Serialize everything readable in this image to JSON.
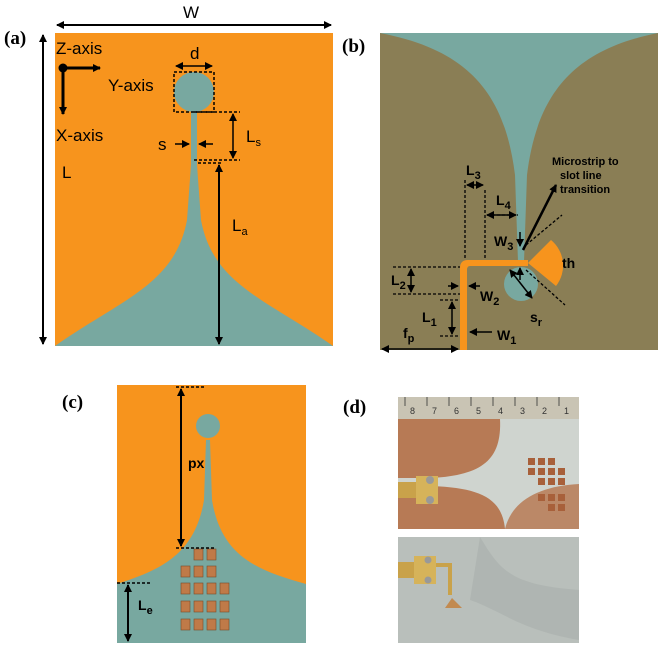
{
  "panels": {
    "a": {
      "label": "(a)",
      "dims": {
        "W": "W",
        "L": "L",
        "d": "d",
        "s": "s",
        "Ls_main": "L",
        "Ls_sub": "s",
        "La_main": "L",
        "La_sub": "a"
      },
      "axes": {
        "z": "Z-axis",
        "y": "Y-axis",
        "x": "X-axis"
      }
    },
    "b": {
      "label": "(b)",
      "dims": {
        "L1": "L",
        "L1_sub": "1",
        "L2": "L",
        "L2_sub": "2",
        "L3": "L",
        "L3_sub": "3",
        "L4": "L",
        "L4_sub": "4",
        "W1": "W",
        "W1_sub": "1",
        "W2": "W",
        "W2_sub": "2",
        "W3": "W",
        "W3_sub": "3",
        "fp": "f",
        "fp_sub": "p",
        "sr": "s",
        "sr_sub": "r",
        "th": "th"
      },
      "annotation": [
        "Microstrip to",
        "slot line",
        "transition"
      ]
    },
    "c": {
      "label": "(c)",
      "dims": {
        "px": "px",
        "Le_main": "L",
        "Le_sub": "e"
      }
    },
    "d": {
      "label": "(d)",
      "ruler_ticks": [
        "8",
        "7",
        "6",
        "5",
        "4",
        "3",
        "2",
        "1"
      ]
    }
  },
  "colors": {
    "metal": "#f7941d",
    "slot": "#78a8a0",
    "substrate": "#8a7e55",
    "copper": "#b77a55",
    "board": "#cfd4cf"
  }
}
